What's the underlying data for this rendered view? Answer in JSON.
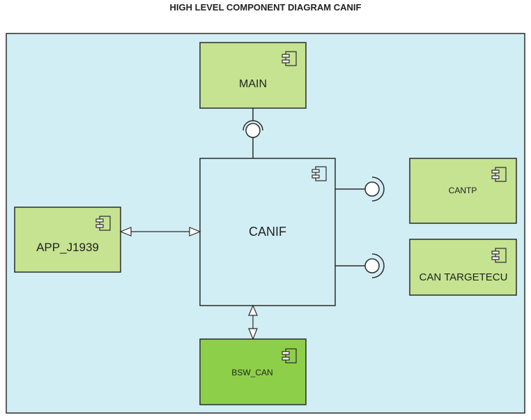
{
  "title": "HIGH LEVEL COMPONENT DIAGRAM CANIF",
  "colors": {
    "frame_fill": "#d1eef4",
    "component_fill": "#c5e391",
    "component_fill_dark": "#8ecf4a",
    "central_fill": "#d1eef4",
    "stroke": "#2b2b2b"
  },
  "components": {
    "main": "MAIN",
    "canif": "CANIF",
    "app_j1939": "APP_J1939",
    "cantp": "CANTP",
    "can_targetecu": "CAN TARGETECU",
    "bsw_can": "BSW_CAN"
  }
}
